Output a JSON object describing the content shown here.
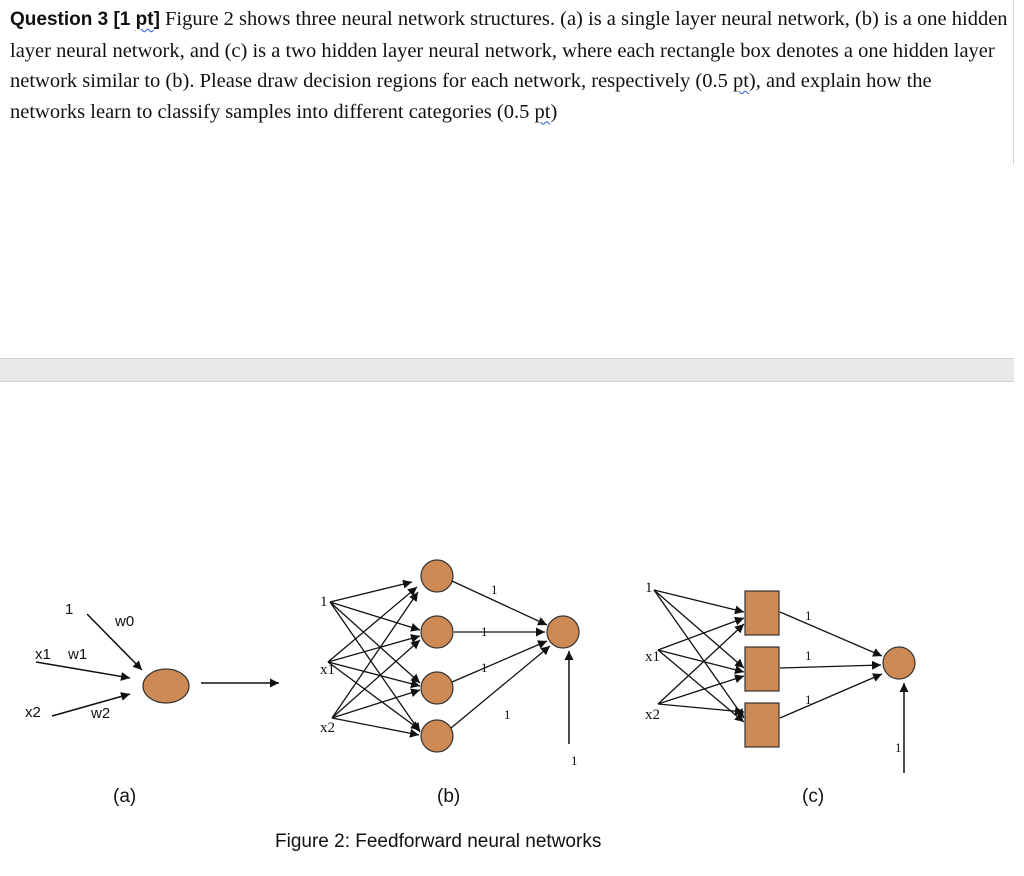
{
  "question": {
    "label": "Question 3 [1 ",
    "label_pt": "pt",
    "label_close": "]",
    "text_1": " Figure 2 shows three neural network structures. (a) is a single layer neural network, (b) is a one hidden layer neural network, and (c) is a two hidden layer neural network, where each rectangle box denotes a one hidden layer network similar to (b). Please draw decision regions for each network, respectively (0.5 ",
    "pt_1": "pt",
    "text_2": "), and explain how the networks learn to classify samples into different categories (0.5 ",
    "pt_2": "pt",
    "text_3": ")"
  },
  "figure": {
    "caption": "Figure 2: Feedforward neural networks",
    "node_color": "#cd8a55",
    "panel_a": {
      "label": "(a)",
      "inputs": [
        "1",
        "x1",
        "x2"
      ],
      "weights": [
        "w0",
        "w1",
        "w2"
      ]
    },
    "panel_b": {
      "label": "(b)",
      "inputs": [
        "1",
        "x1",
        "x2"
      ],
      "edge_labels": [
        "1",
        "1",
        "1",
        "1"
      ],
      "bias": "1"
    },
    "panel_c": {
      "label": "(c)",
      "inputs": [
        "1",
        "x1",
        "x2"
      ],
      "edge_labels": [
        "1",
        "1",
        "1"
      ],
      "bias": "1"
    }
  }
}
